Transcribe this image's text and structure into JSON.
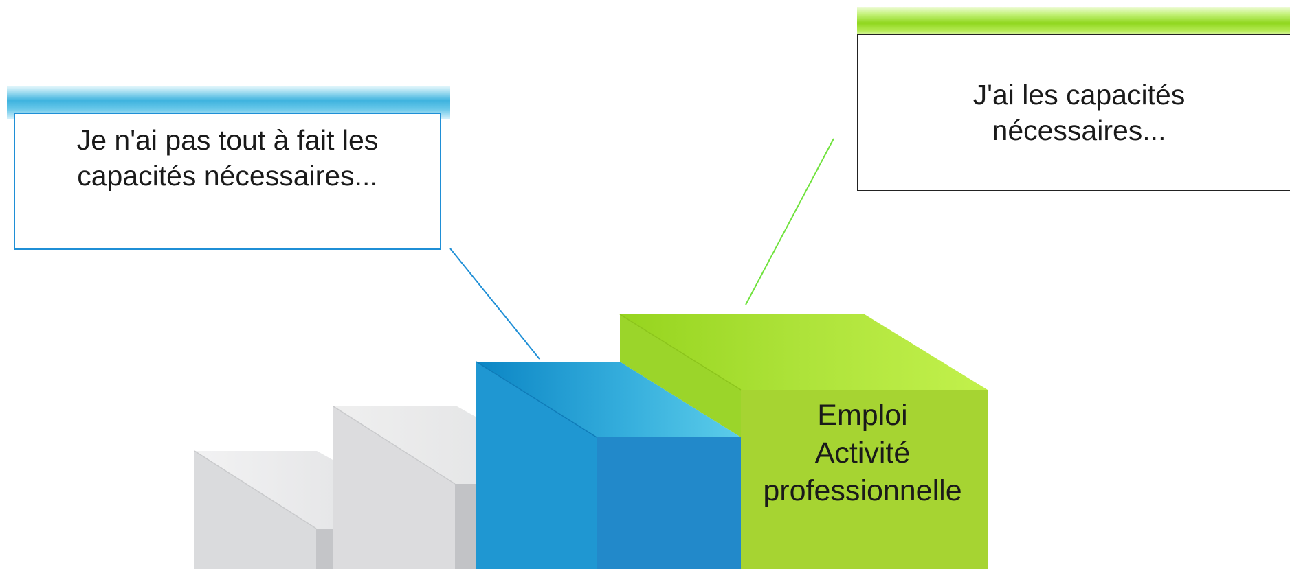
{
  "callouts": {
    "blue": {
      "text": "Je n'ai pas tout à fait les\ncapacités nécessaires...",
      "color": "#1f8fd6"
    },
    "green": {
      "text": "J'ai les capacités\nnécessaires...",
      "color": "#7ee23a"
    }
  },
  "steps": {
    "green_label": {
      "line1": "Emploi",
      "line2": "Activité",
      "line3": "professionnelle"
    }
  },
  "colors": {
    "step_grey_top": "#e4e5e7",
    "step_grey_front": "#c4c5c8",
    "step_blue_top": "#2aa0d8",
    "step_blue_front": "#2289ca",
    "step_green_top": "#b3e83e",
    "step_green_front": "#a6d432",
    "connector_blue": "#1f8fd6",
    "connector_green": "#6fe23c"
  }
}
